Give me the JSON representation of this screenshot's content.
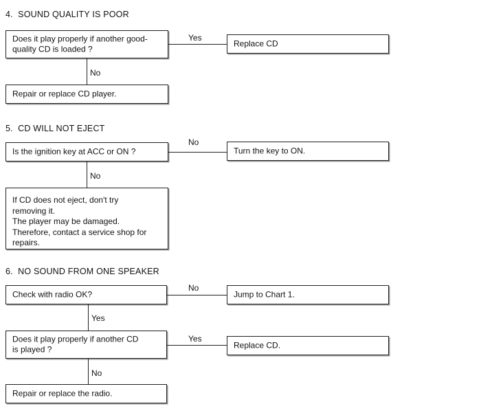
{
  "document": {
    "type": "troubleshooting-flowchart",
    "page_background": "#ffffff",
    "line_color": "#231f20",
    "text_color": "#111111"
  },
  "sections": [
    {
      "id": "section-4",
      "heading": "4.  SOUND QUALITY IS POOR",
      "nodes": {
        "decision": "Does it play properly if another good-\nquality CD is loaded ?",
        "branch_right": "Replace CD",
        "branch_down": "Repair or replace CD player."
      },
      "edge_labels": {
        "right": "Yes",
        "down": "No"
      }
    },
    {
      "id": "section-5",
      "heading": "5.  CD WILL NOT EJECT",
      "nodes": {
        "decision": "Is the ignition key at ACC or ON ?",
        "branch_right": "Turn the key to ON.",
        "branch_down": "If  CD does not eject, don't try\nremoving it.\nThe player may be damaged.\nTherefore,  contact a service shop for\nrepairs."
      },
      "edge_labels": {
        "right": "No",
        "down": "No"
      }
    },
    {
      "id": "section-6",
      "heading": "6.  NO SOUND FROM ONE SPEAKER",
      "nodes": {
        "decision_1": "Check with radio OK?",
        "branch_right_1": "Jump to Chart 1.",
        "decision_2": "Does it play properly if another CD\nis played ?",
        "branch_right_2": "Replace CD.",
        "branch_down_final": "Repair or replace the radio."
      },
      "edge_labels": {
        "right_1": "No",
        "down_1": "Yes",
        "right_2": "Yes",
        "down_2": "No"
      }
    }
  ]
}
